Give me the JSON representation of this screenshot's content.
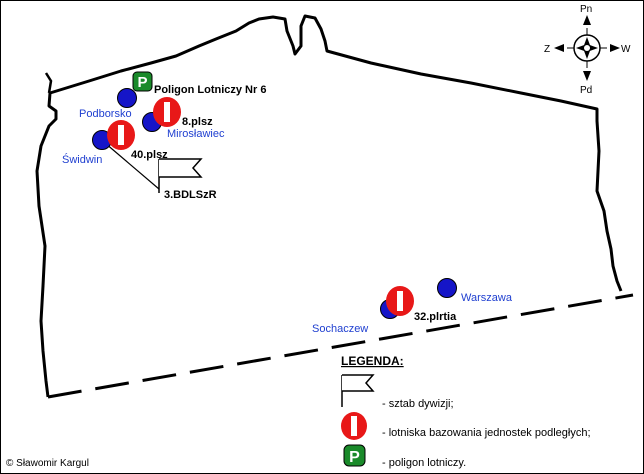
{
  "map": {
    "places": [
      {
        "name": "Podborsko",
        "kind": "town"
      },
      {
        "name": "Mirosławiec",
        "kind": "town"
      },
      {
        "name": "Świdwin",
        "kind": "town"
      },
      {
        "name": "Sochaczew",
        "kind": "town"
      },
      {
        "name": "Warszawa",
        "kind": "town"
      }
    ],
    "units": [
      {
        "label": "Poligon Lotniczy Nr 6",
        "kind": "polygon"
      },
      {
        "label": "8.plsz",
        "kind": "airbase"
      },
      {
        "label": "40.plsz",
        "kind": "airbase"
      },
      {
        "label": "3.BDLSzR",
        "kind": "division-hq"
      },
      {
        "label": "32.plrtia",
        "kind": "airbase"
      }
    ],
    "airbase_symbol": "I",
    "polygon_symbol": "P"
  },
  "compass": {
    "n": "Pn",
    "s": "Pd",
    "e": "W",
    "w": "Z"
  },
  "legend": {
    "title": "LEGENDA:",
    "items": [
      {
        "symbol": "flag",
        "text": "- sztab dywizji;"
      },
      {
        "symbol": "airbase",
        "text": "- lotniska bazowania jednostek podległych;"
      },
      {
        "symbol": "polygon",
        "text": "- poligon lotniczy."
      }
    ]
  },
  "copyright": "© Sławomir Kargul",
  "colors": {
    "town_marker": "#1515c8",
    "airbase_marker": "#e81818",
    "polygon_marker": "#1a8a2a",
    "place_label": "#1f3fd0",
    "ink": "#000000"
  }
}
